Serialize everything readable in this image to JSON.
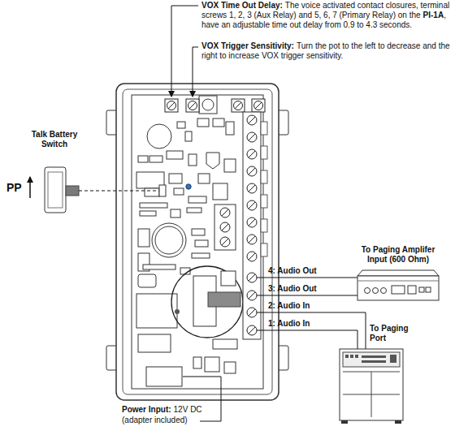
{
  "diagram": {
    "nodes": [
      {
        "text": [
          "Talk Battery Switch"
        ]
      },
      {
        "text": [
          "To Paging Amplifer Input (600 Ohm)"
        ]
      },
      {
        "text": [
          "To Paging Port"
        ]
      }
    ],
    "labels": [
      "VOX Time Out Delay:",
      "The voice activated contact closures, terminal screws 1, 2, 3 (Aux Relay) and 5, 6, 7 (Primary Relay) on the",
      "PI-1A",
      ", have an adjustable time out delay from 0.9 to 4.3 seconds.",
      "VOX Trigger Sensitivity:",
      "Turn the pot to the left to decrease and the right to increase VOX trigger sensitivity.",
      "PP",
      "4: Audio Out",
      "3: Audio Out",
      "2: Audio In",
      "1: Audio In",
      "Power Input:",
      "12V DC",
      "(adapter included)"
    ]
  }
}
